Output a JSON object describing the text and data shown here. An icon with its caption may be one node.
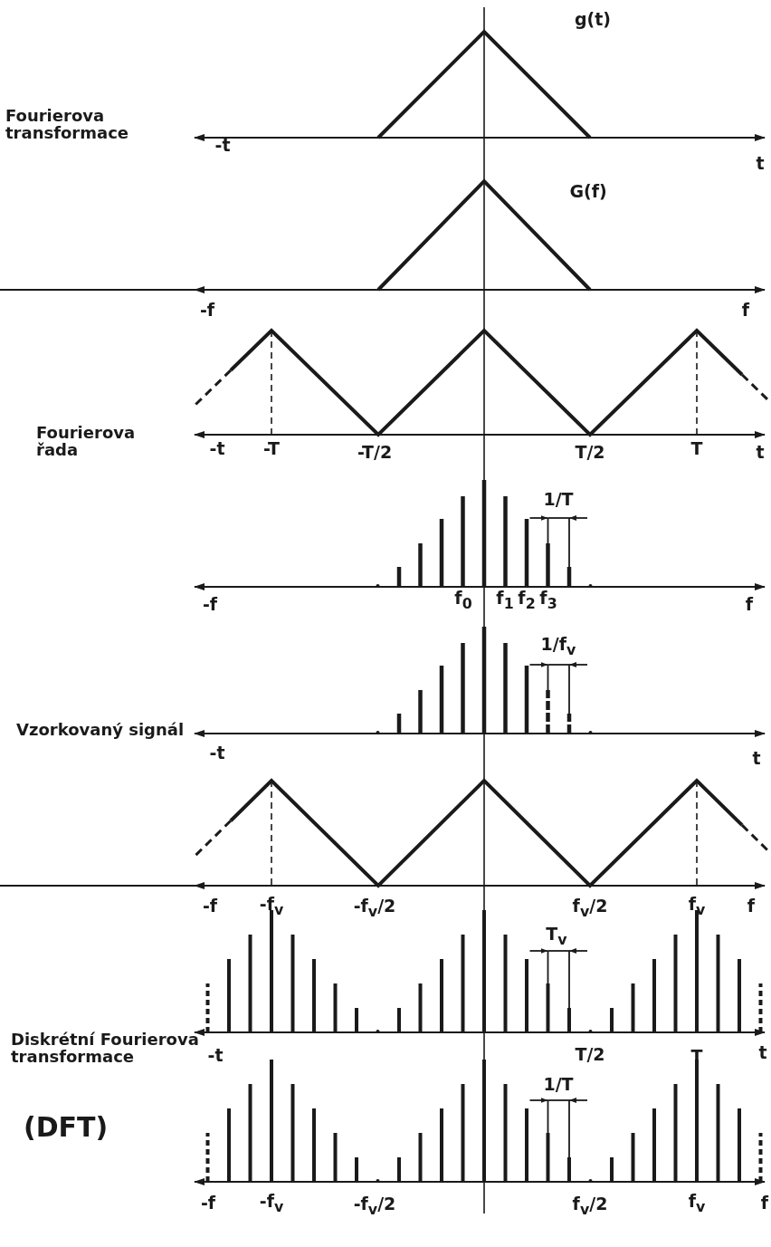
{
  "diagram": {
    "labels": [
      "g(t)",
      "Fourierova transformace",
      "-t",
      "t",
      "G(f)",
      "-f",
      "f",
      "Fourierova řada",
      "-t",
      "-T",
      "-T/2",
      "T/2",
      "T",
      "t",
      "1/T",
      "-f",
      "f$_{0}$",
      "f$_{1}$",
      "f$_{2}$",
      "f$_{3}$",
      "f",
      "1/f$_{v}$",
      "Vzorkovaný signál",
      "-t",
      "t",
      "-f",
      "-f$_{v}$",
      "-f$_{v}$/2",
      "f$_{v}$/2",
      "f$_{v}$",
      "f",
      "T$_{v}$",
      "Diskrétní Fourierova transformace",
      "-t",
      "T/2",
      "T",
      "t",
      "(DFT)",
      "1/T",
      "-f",
      "-f$_{v}$",
      "-f$_{v}$/2",
      "f$_{v}$/2",
      "f$_{v}$",
      "f"
    ]
  }
}
